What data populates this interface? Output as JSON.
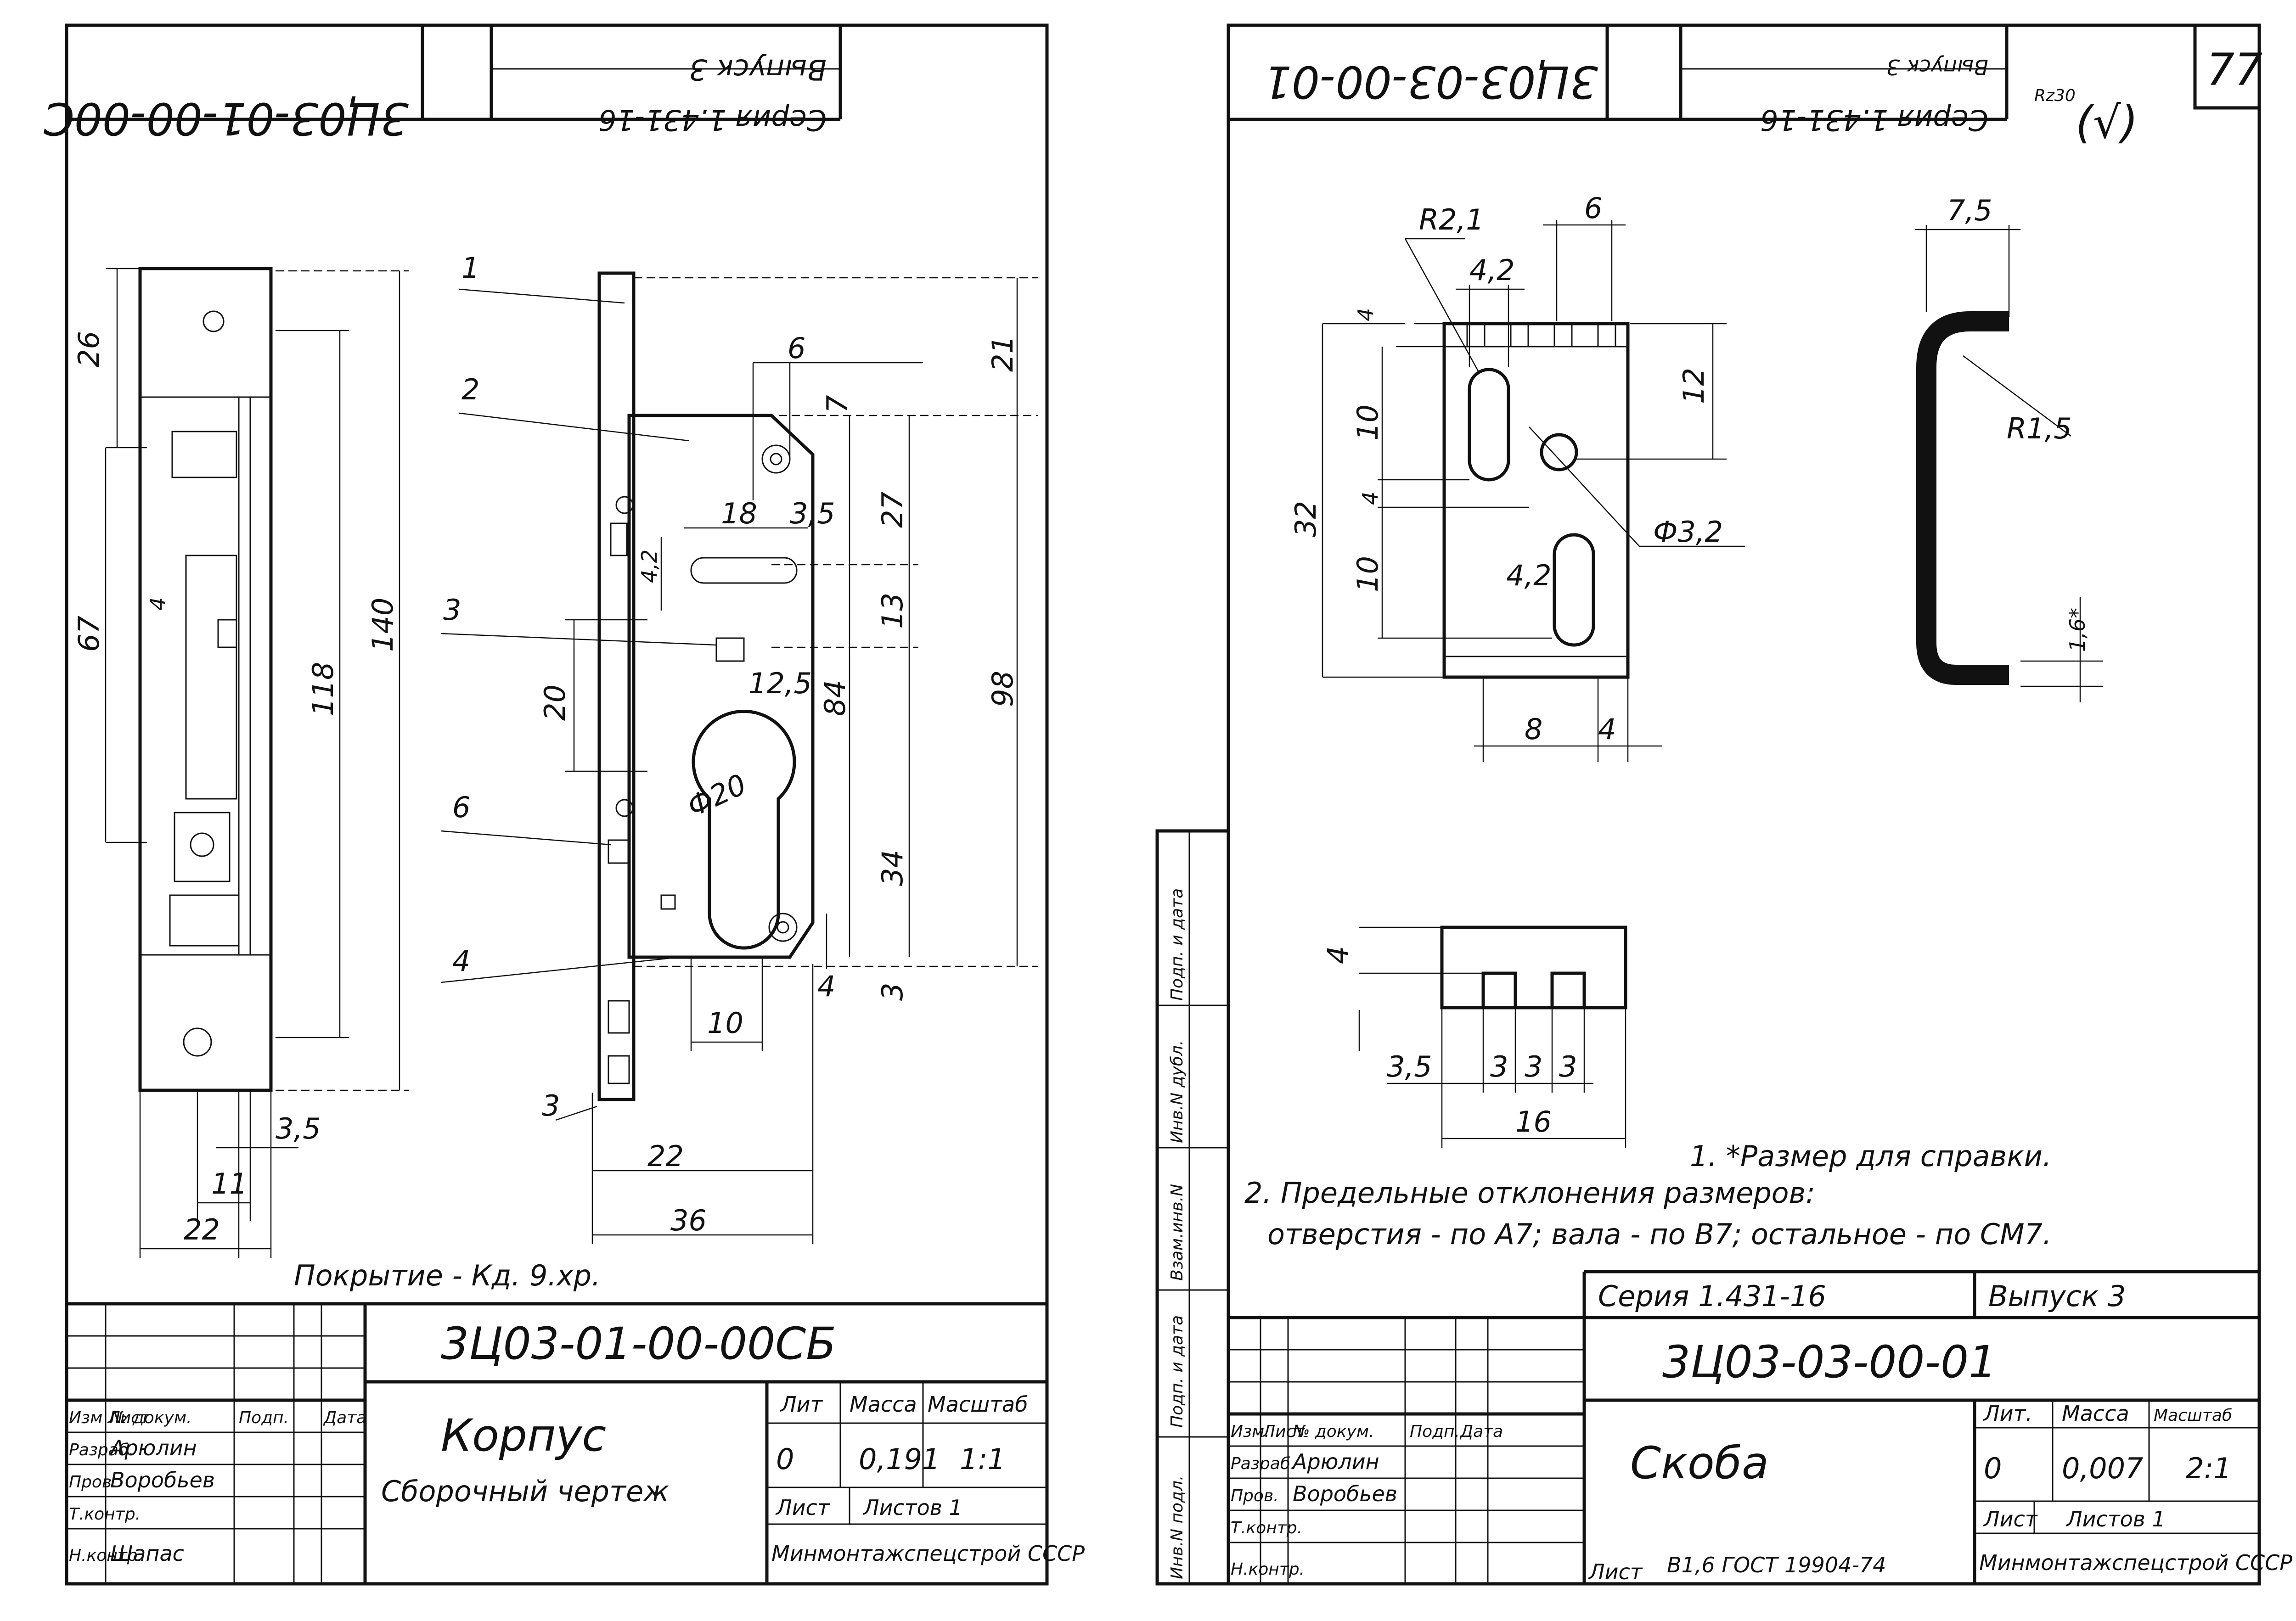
{
  "left_sheet": {
    "header": {
      "code_rotated": "3Ц03-01-00-00С",
      "series_rotated": "Серия 1.431-16",
      "issue_rotated": "Выпуск 3"
    },
    "dims": {
      "d26": "26",
      "d67": "67",
      "d4": "4",
      "d118": "118",
      "d140": "140",
      "d35": "3,5",
      "d11": "11",
      "d22a": "22",
      "d6": "6",
      "d7": "7",
      "d21": "21",
      "d27": "27",
      "d18": "18",
      "d35b": "3,5",
      "d42": "4,2",
      "d13": "13",
      "d125": "12,5",
      "d84": "84",
      "d98": "98",
      "d20": "20",
      "dphi20": "Ф20",
      "d34": "34",
      "d4b": "4",
      "d3": "3",
      "d10": "10",
      "d22b": "22",
      "d36": "36",
      "d3b": "3"
    },
    "callouts": [
      "1",
      "2",
      "3",
      "6",
      "4"
    ],
    "coating": "Покрытие - Кд. 9.хр.",
    "title_block": {
      "designation": "3Ц03-01-00-00СБ",
      "name": "Корпус",
      "doc_type": "Сборочный чертеж",
      "col_headers": [
        "Лит",
        "Масса",
        "Масштаб"
      ],
      "lit": "0",
      "mass": "0,191",
      "scale": "1:1",
      "sheet": "Лист",
      "sheets": "Листов 1",
      "org": "Минмонтажспецстрой СССР",
      "rows": [
        {
          "role": "Изм Лист",
          "name": "№ докум.",
          "sign": "Подп.",
          "date": "Дата"
        },
        {
          "role": "Разраб.",
          "name": "Арюлин",
          "sign": "",
          "date": ""
        },
        {
          "role": "Пров.",
          "name": "Воробьев",
          "sign": "",
          "date": ""
        },
        {
          "role": "Т.контр.",
          "name": "",
          "sign": "",
          "date": ""
        },
        {
          "role": "Н.контр.",
          "name": "Шапас",
          "sign": "",
          "date": ""
        }
      ]
    }
  },
  "right_sheet": {
    "page_number": "77",
    "roughness": "Rz30",
    "roughness_sym": "(√)",
    "header": {
      "code_rotated": "3Ц03-03-00-01",
      "series_rotated": "Серия 1.431-16",
      "issue_rotated": "Выпуск 3"
    },
    "dims": {
      "r21": "R2,1",
      "d6": "6",
      "d42a": "4,2",
      "d4a": "4",
      "d12": "12",
      "d10a": "10",
      "d32": "32",
      "d4b": "4",
      "d10b": "10",
      "d42b": "4,2",
      "phi32": "Ф3,2",
      "d8": "8",
      "d4c": "4",
      "d75": "7,5",
      "r15": "R1,5",
      "d16s": "1,6*",
      "d4d": "4",
      "d35": "3,5",
      "d3a": "3",
      "d3b": "3",
      "d3c": "3",
      "d16": "16"
    },
    "notes": [
      "1. *Размер для справки.",
      "2. Предельные отклонения размеров:",
      "отверстия - по A7; вала - по B7; остальное - по СМ7."
    ],
    "side_stamp": [
      "Взам.инв.N",
      "Инв.N дубл.",
      "Подп. и дата",
      "Подп. и дата",
      "Инв.N подл."
    ],
    "title_block": {
      "series": "Серия 1.431-16",
      "issue": "Выпуск 3",
      "designation": "3Ц03-03-00-01",
      "name": "Скоба",
      "col_headers": [
        "Лит.",
        "Масса",
        "Масштаб"
      ],
      "lit": "0",
      "mass": "0,007",
      "scale": "2:1",
      "sheet": "Лист",
      "sheets": "Листов 1",
      "material": "В1,6 ГОСТ 19904-74",
      "material_label": "Лист",
      "org": "Минмонтажспецстрой СССР",
      "rows": [
        {
          "role": "Изм.",
          "list": "Лист",
          "name": "№ докум.",
          "sign": "Подп.",
          "date": "Дата"
        },
        {
          "role": "Разраб.",
          "list": "",
          "name": "Арюлин",
          "sign": "",
          "date": ""
        },
        {
          "role": "Пров.",
          "list": "",
          "name": "Воробьев",
          "sign": "",
          "date": ""
        },
        {
          "role": "Т.контр.",
          "list": "",
          "name": "",
          "sign": "",
          "date": ""
        },
        {
          "role": "Н.контр.",
          "list": "",
          "name": "",
          "sign": "",
          "date": ""
        }
      ]
    }
  }
}
